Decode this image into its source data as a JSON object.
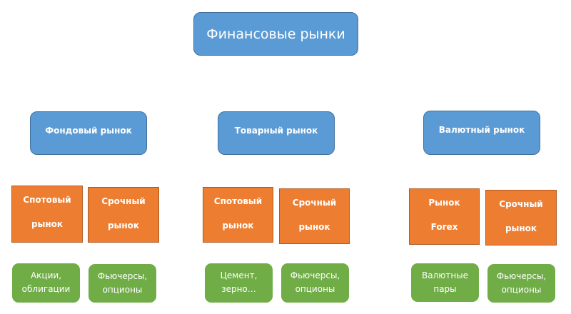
{
  "root": {
    "label": "Финансовые рынки"
  },
  "markets": [
    {
      "label": "Фондовый рынок",
      "sub": [
        {
          "l1": "Спотовый",
          "l2": "рынок"
        },
        {
          "l1": "Срочный",
          "l2": "рынок"
        }
      ],
      "leaves": [
        {
          "l1": "Акции,",
          "l2": "облигации"
        },
        {
          "l1": "Фьючерсы,",
          "l2": "опционы"
        }
      ]
    },
    {
      "label": "Товарный рынок",
      "sub": [
        {
          "l1": "Спотовый",
          "l2": "рынок"
        },
        {
          "l1": "Срочный",
          "l2": "рынок"
        }
      ],
      "leaves": [
        {
          "l1": "Цемент,",
          "l2": "зерно…"
        },
        {
          "l1": "Фьючерсы,",
          "l2": "опционы"
        }
      ]
    },
    {
      "label": "Валютный рынок",
      "sub": [
        {
          "l1": "Рынок",
          "l2": "Forex"
        },
        {
          "l1": "Срочный",
          "l2": "рынок"
        }
      ],
      "leaves": [
        {
          "l1": "Валютные",
          "l2": "пары"
        },
        {
          "l1": "Фьючерсы,",
          "l2": "опционы"
        }
      ]
    }
  ]
}
